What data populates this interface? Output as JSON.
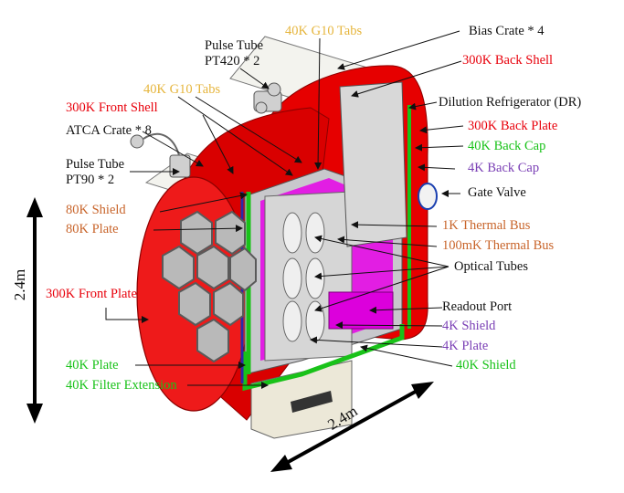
{
  "colors": {
    "red": "#e8000b",
    "black": "#111111",
    "gold": "#e6b53c",
    "orange": "#c8642a",
    "green": "#19c219",
    "purple": "#7a3fb5"
  },
  "labels": {
    "pulse_tube_pt420": "Pulse Tube\nPT420 * 2",
    "g10_tabs_top": "40K G10 Tabs",
    "bias_crate": "Bias Crate * 4",
    "back_shell_300k": "300K Back Shell",
    "g10_tabs_mid": "40K G10 Tabs",
    "front_shell_300k": "300K Front Shell",
    "dilution_refrigerator": "Dilution Refrigerator (DR)",
    "atca_crate": "ATCA Crate * 8",
    "back_plate_300k": "300K Back Plate",
    "back_cap_40k": "40K Back Cap",
    "pulse_tube_pt90": "Pulse Tube\nPT90 * 2",
    "back_cap_4k": "4K Back Cap",
    "gate_valve": "Gate Valve",
    "shield_80k": "80K Shield",
    "plate_80k": "80K Plate",
    "thermal_bus_1k": "1K Thermal Bus",
    "thermal_bus_100mk": "100mK Thermal Bus",
    "optical_tubes": "Optical Tubes",
    "front_plate_300k": "300K Front Plate",
    "readout_port": "Readout Port",
    "shield_4k": "4K Shield",
    "plate_4k": "4K Plate",
    "plate_40k": "40K Plate",
    "shield_40k": "40K Shield",
    "filter_extension_40k": "40K Filter Extension"
  },
  "dimensions": {
    "height": "2.4m",
    "depth": "2.4m"
  }
}
